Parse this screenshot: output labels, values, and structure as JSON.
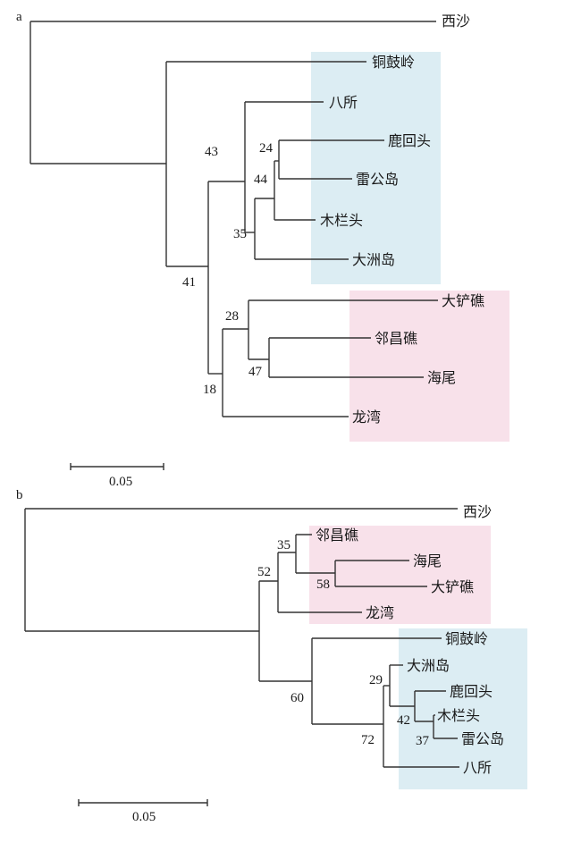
{
  "colors": {
    "blue_region": "#dcedf3",
    "pink_region": "#f8e1ea",
    "line": "#333333"
  },
  "tree_a": {
    "panel_label": "a",
    "scale_label": "0.05",
    "outgroup": "西沙",
    "taxa": [
      "铜鼓岭",
      "八所",
      "鹿回头",
      "雷公岛",
      "木栏头",
      "大洲岛",
      "大铲礁",
      "邻昌礁",
      "海尾",
      "龙湾"
    ],
    "bootstrap": [
      "43",
      "24",
      "44",
      "35",
      "41",
      "28",
      "47",
      "18"
    ]
  },
  "tree_b": {
    "panel_label": "b",
    "scale_label": "0.05",
    "outgroup": "西沙",
    "taxa": [
      "邻昌礁",
      "海尾",
      "大铲礁",
      "龙湾",
      "铜鼓岭",
      "大洲岛",
      "鹿回头",
      "木栏头",
      "雷公岛",
      "八所"
    ],
    "bootstrap": [
      "35",
      "52",
      "58",
      "29",
      "60",
      "42",
      "37",
      "72"
    ]
  }
}
